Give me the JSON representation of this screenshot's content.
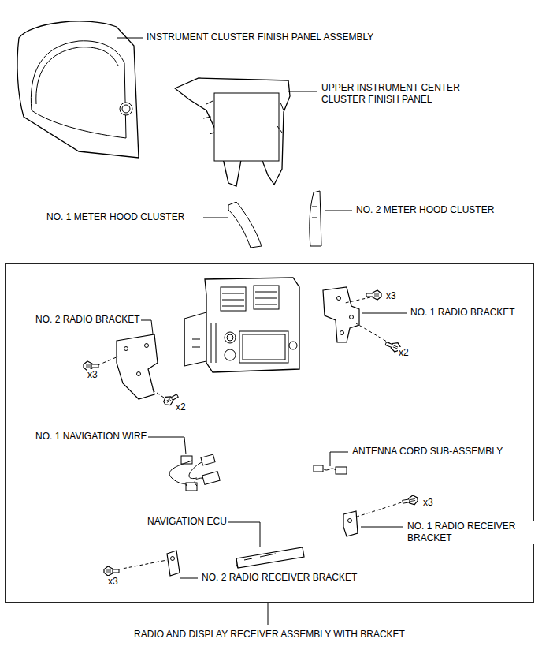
{
  "diagram": {
    "nodes": [
      {
        "text": [
          "RADIO AND DISPLAY RECEIVER ASSEMBLY WITH BRACKET"
        ]
      }
    ],
    "edges": [],
    "labels": [
      "INSTRUMENT CLUSTER FINISH PANEL ASSEMBLY",
      "UPPER INSTRUMENT CENTER CLUSTER FINISH PANEL",
      "NO. 1 METER HOOD CLUSTER",
      "NO. 2 METER HOOD CLUSTER",
      "NO. 2 RADIO BRACKET",
      "x3",
      "x2",
      "x3",
      "NO. 1 RADIO BRACKET",
      "x2",
      "NO. 1 NAVIGATION WIRE",
      "ANTENNA CORD SUB-ASSEMBLY",
      "x3",
      "NO. 1 RADIO RECEIVER BRACKET",
      "NAVIGATION ECU",
      "x3",
      "NO. 2 RADIO RECEIVER BRACKET"
    ]
  }
}
